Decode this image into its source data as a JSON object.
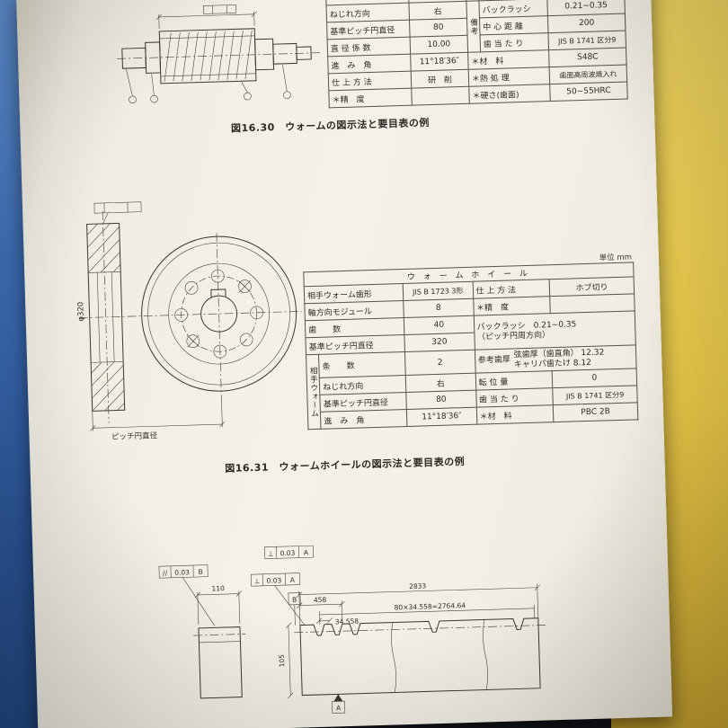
{
  "fig30": {
    "caption": "図16.30　ウォームの図示法と要目表の例",
    "biko_label": "備考",
    "rows_left": [
      {
        "label": "ねじれ方向",
        "value": "右"
      },
      {
        "label": "基準ピッチ円直径",
        "value": "80"
      },
      {
        "label": "直 径 係 数",
        "value": "10.00"
      },
      {
        "label": "進　み　角",
        "value": "11°18′36″"
      },
      {
        "label": "仕 上 方 法",
        "value": "研　削"
      },
      {
        "label": "＊精　度",
        "value": ""
      }
    ],
    "rows_right": [
      {
        "label": "バックラッシ",
        "value": "0.21~0.35"
      },
      {
        "label": "中 心 距 離",
        "value": "200"
      },
      {
        "label": "歯 当 た り",
        "value": "JIS B 1741 区分9"
      },
      {
        "label": "＊材　料",
        "value": "S48C"
      },
      {
        "label": "＊熱 処 理",
        "value": "歯面高周波焼入れ"
      },
      {
        "label": "＊硬さ(歯面)",
        "value": "50~55HRC"
      }
    ]
  },
  "fig31": {
    "unit": "単位  mm",
    "title": "ウ ォ ー ム ホ イ ー ル",
    "caption": "図16.31　ウォームホイールの図示法と要目表の例",
    "group_label": "相手ウォーム",
    "rows_left": [
      {
        "label": "相手ウォーム歯形",
        "value": "JIS B 1723  3形"
      },
      {
        "label": "軸方向モジュール",
        "value": "8"
      },
      {
        "label": "歯　　数",
        "value": "40"
      },
      {
        "label": "基準ピッチ円直径",
        "value": "320"
      },
      {
        "label": "条　　数",
        "value": "2"
      },
      {
        "label": "ねじれ方向",
        "value": "右"
      },
      {
        "label": "基準ピッチ円直径",
        "value": "80"
      },
      {
        "label": "進　み　角",
        "value": "11°18′36″"
      }
    ],
    "right": {
      "r1_label": "仕 上 方 法",
      "r1_value": "ホブ切り",
      "r2_label": "＊精　度",
      "r2_value": "",
      "backlash_line1": "バックラッシ　0.21~0.35",
      "backlash_line2": "（ピッチ円周方向）",
      "sanko_label": "参考歯厚",
      "sanko_line1": "弦歯厚（歯直角） 12.32",
      "sanko_line2": "キャリパ歯たけ 8.12",
      "r6_label": "転 位 量",
      "r6_value": "0",
      "r7_label": "歯 当 た り",
      "r7_value": "JIS B 1741 区分9",
      "r8_label": "＊材　料",
      "r8_value": "PBC 2B"
    },
    "drawing": {
      "pitch_dia_label": "ピッチ円直径",
      "phi_label": "φ320"
    }
  },
  "rack": {
    "dim_110": "110",
    "dim_2833": "2833",
    "dim_458": "458",
    "dim_pitch": "34.558",
    "dim_total": "80×34.558=2764.64",
    "dim_105": "105",
    "frame_top": {
      "sym": "⊥",
      "val": "0.03",
      "datum": "A"
    },
    "frame_mid": {
      "sym": "⊥",
      "val": "0.03",
      "datum": "A"
    },
    "frame_left": {
      "sym": "//",
      "val": "0.03",
      "datum": "B"
    },
    "datum_a": "A",
    "datum_b": "B"
  }
}
